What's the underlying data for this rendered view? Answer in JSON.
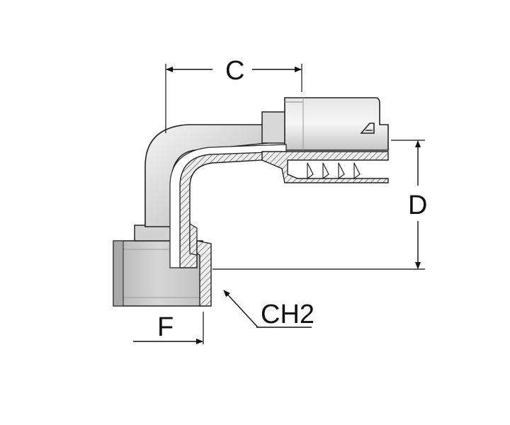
{
  "labels": {
    "c": "C",
    "d": "D",
    "f": "F",
    "ch2": "CH2"
  },
  "colors": {
    "body_fill": "#dcdcdc",
    "body_dark": "#a9a9a9",
    "body_light": "#f2f2f2",
    "outline": "#222222",
    "line": "#111111",
    "hatch": "#555555"
  }
}
